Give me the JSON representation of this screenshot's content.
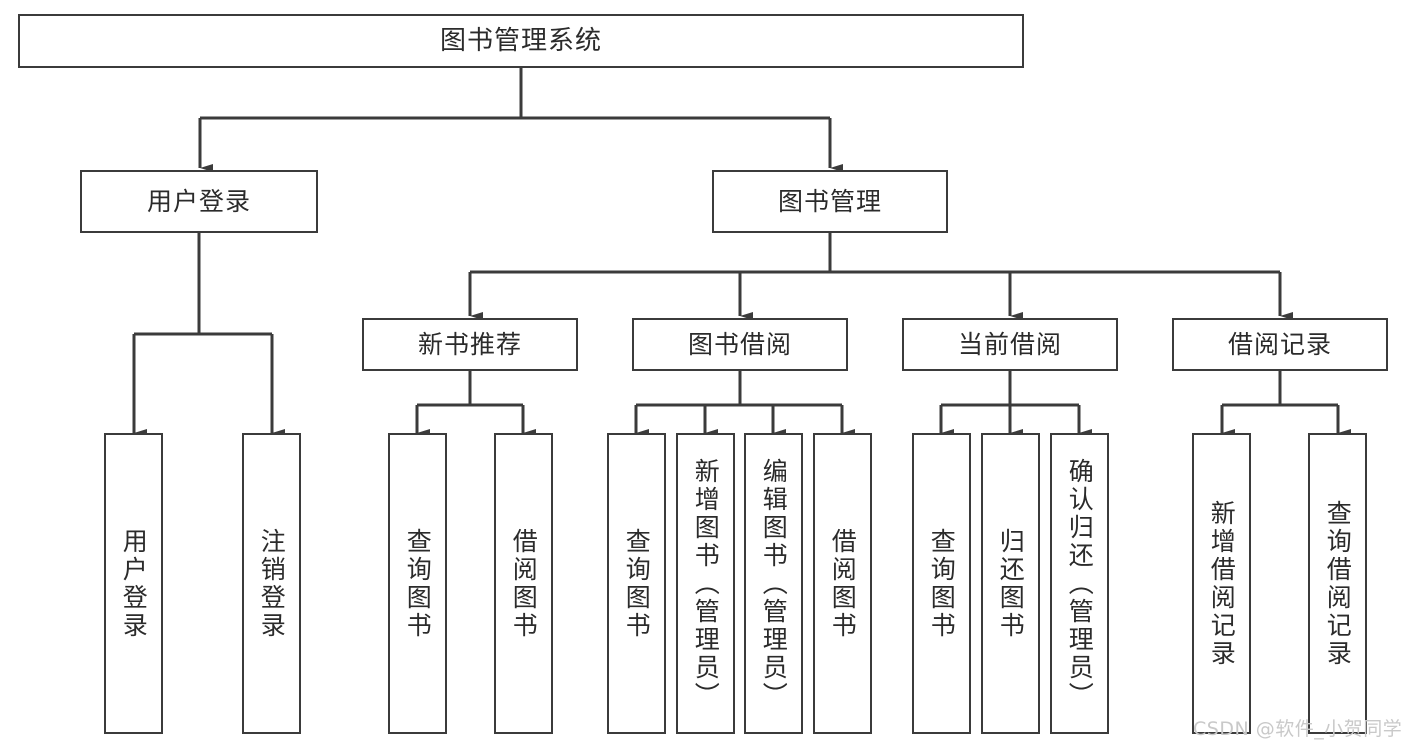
{
  "diagram": {
    "title": "图书管理系统",
    "background_color": "#ffffff",
    "line_color": "#3b3b3b",
    "text_color": "#2b2b2b"
  },
  "nodes": {
    "root": {
      "label": "图书管理系统"
    },
    "level2": [
      {
        "label": "用户登录"
      },
      {
        "label": "图书管理"
      }
    ],
    "level3": [
      {
        "label": "新书推荐"
      },
      {
        "label": "图书借阅"
      },
      {
        "label": "当前借阅"
      },
      {
        "label": "借阅记录"
      }
    ],
    "leaves_user_login": [
      {
        "label": "用户登录"
      },
      {
        "label": "注销登录"
      }
    ],
    "leaves_new_book": [
      {
        "label": "查询图书"
      },
      {
        "label": "借阅图书"
      }
    ],
    "leaves_borrow": [
      {
        "label": "查询图书"
      },
      {
        "label": "新增图书（管理员）"
      },
      {
        "label": "编辑图书（管理员）"
      },
      {
        "label": "借阅图书"
      }
    ],
    "leaves_current": [
      {
        "label": "查询图书"
      },
      {
        "label": "归还图书"
      },
      {
        "label": "确认归还（管理员）"
      }
    ],
    "leaves_records": [
      {
        "label": "新增借阅记录"
      },
      {
        "label": "查询借阅记录"
      }
    ]
  },
  "watermark": {
    "text": "CSDN @软件_小贺同学"
  }
}
